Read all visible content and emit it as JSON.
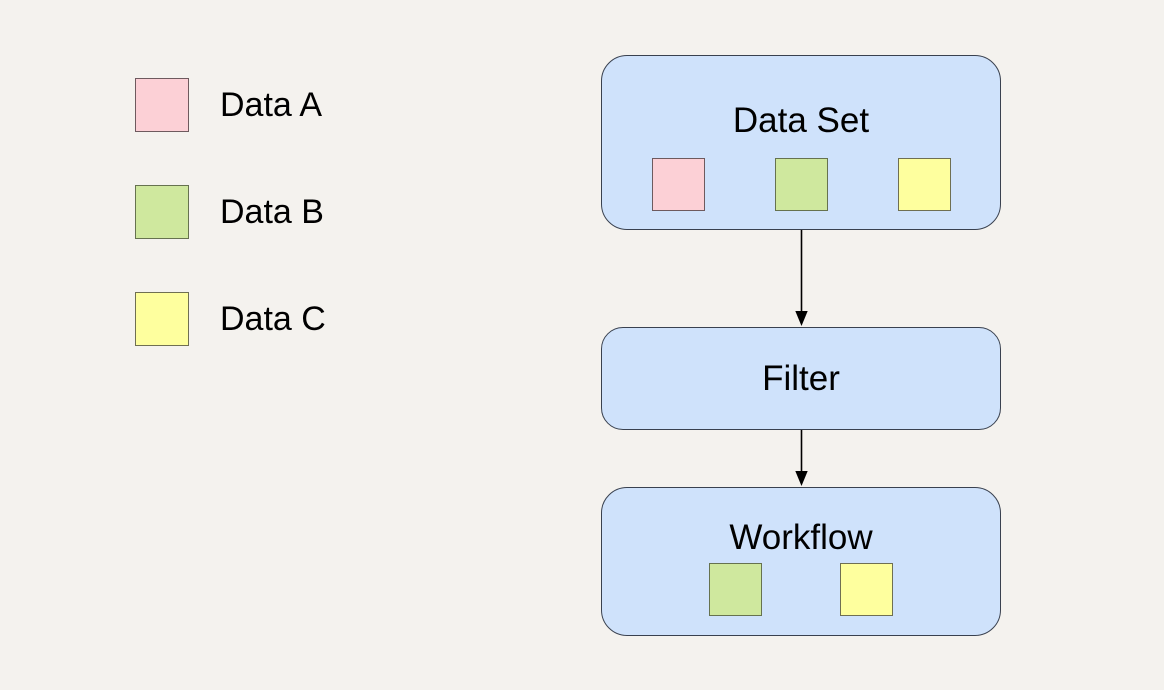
{
  "diagram": {
    "background_color": "#f4f2ee",
    "node_fill": "#cfe2fb",
    "node_border": "#39414f",
    "arrow_color": "#000000",
    "legend": {
      "items": [
        {
          "label": "Data A",
          "fill": "#fcd0d6",
          "border": "#6e5a5e"
        },
        {
          "label": "Data B",
          "fill": "#cfe89e",
          "border": "#66724f"
        },
        {
          "label": "Data C",
          "fill": "#feff9e",
          "border": "#6f6f52"
        }
      ]
    },
    "nodes": [
      {
        "id": "data-set",
        "label": "Data Set",
        "contains": [
          "Data A",
          "Data B",
          "Data C"
        ]
      },
      {
        "id": "filter",
        "label": "Filter",
        "contains": []
      },
      {
        "id": "workflow",
        "label": "Workflow",
        "contains": [
          "Data B",
          "Data C"
        ]
      }
    ],
    "edges": [
      {
        "from": "Data Set",
        "to": "Filter"
      },
      {
        "from": "Filter",
        "to": "Workflow"
      }
    ]
  }
}
